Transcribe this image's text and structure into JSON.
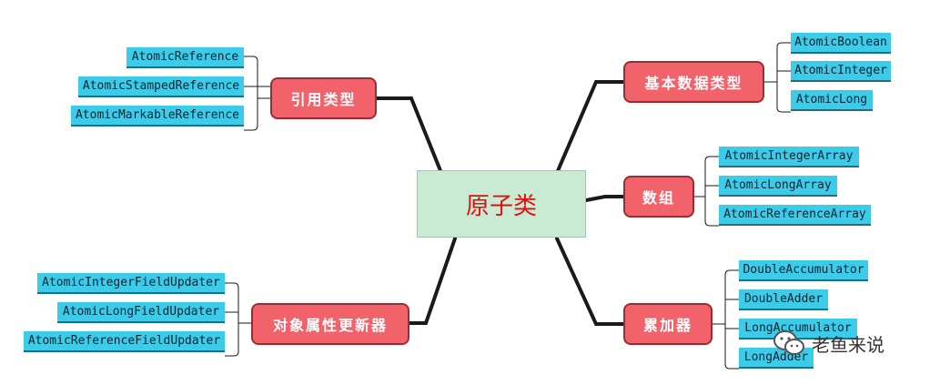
{
  "center": {
    "label": "原子类"
  },
  "branches": [
    {
      "label": "引用类型",
      "items": [
        "AtomicReference",
        "AtomicStampedReference",
        "AtomicMarkableReference"
      ]
    },
    {
      "label": "对象属性更新器",
      "items": [
        "AtomicIntegerFieldUpdater",
        "AtomicLongFieldUpdater",
        "AtomicReferenceFieldUpdater"
      ]
    },
    {
      "label": "基本数据类型",
      "items": [
        "AtomicBoolean",
        "AtomicInteger",
        "AtomicLong"
      ]
    },
    {
      "label": "数组",
      "items": [
        "AtomicIntegerArray",
        "AtomicLongArray",
        "AtomicReferenceArray"
      ]
    },
    {
      "label": "累加器",
      "items": [
        "DoubleAccumulator",
        "DoubleAdder",
        "LongAccumulator",
        "LongAdder"
      ]
    }
  ],
  "watermark": {
    "text": "老鱼来说",
    "icon": "wechat-icon"
  },
  "colors": {
    "center_fill": "#c9ead3",
    "center_text": "#e01010",
    "branch_fill": "#f2626b",
    "leaf_fill": "#3ccbe8",
    "connector": "#1a1a1a"
  }
}
